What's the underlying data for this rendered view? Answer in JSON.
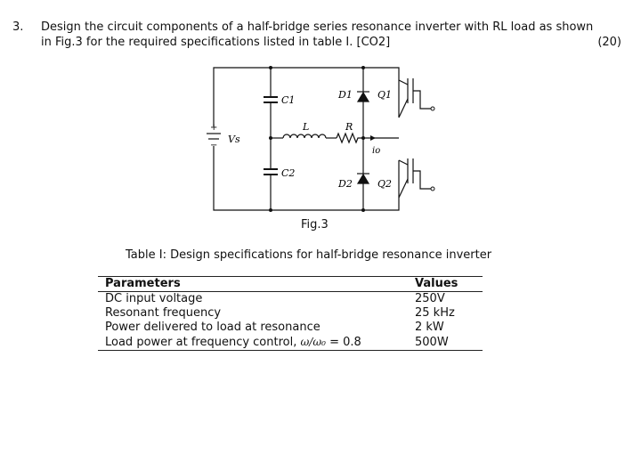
{
  "question": {
    "number": "3.",
    "line1": "Design the circuit components of a half-bridge series resonance inverter with RL load as shown",
    "line2": "in Fig.3 for the required specifications listed in table I. [CO2]",
    "marks": "(20)"
  },
  "circuit_labels": {
    "c1": "C1",
    "c2": "C2",
    "l": "L",
    "r": "R",
    "d1": "D1",
    "d2": "D2",
    "q1": "Q1",
    "q2": "Q2",
    "vs": "Vs",
    "io": "io",
    "plus": "+",
    "minus": "−"
  },
  "figure_caption": "Fig.3",
  "table": {
    "title": "Table I: Design specifications for half-bridge resonance inverter",
    "headers": [
      "Parameters",
      "Values"
    ],
    "rows": [
      {
        "param": "DC input voltage",
        "value": "250V"
      },
      {
        "param": "Resonant frequency",
        "value": "25 kHz"
      },
      {
        "param": "Power delivered to load at resonance",
        "value": "2 kW"
      },
      {
        "param": "Load power at frequency control,",
        "ratio_symbol": "ω/ω₀",
        "ratio_value": "= 0.8",
        "value": "500W"
      }
    ]
  }
}
